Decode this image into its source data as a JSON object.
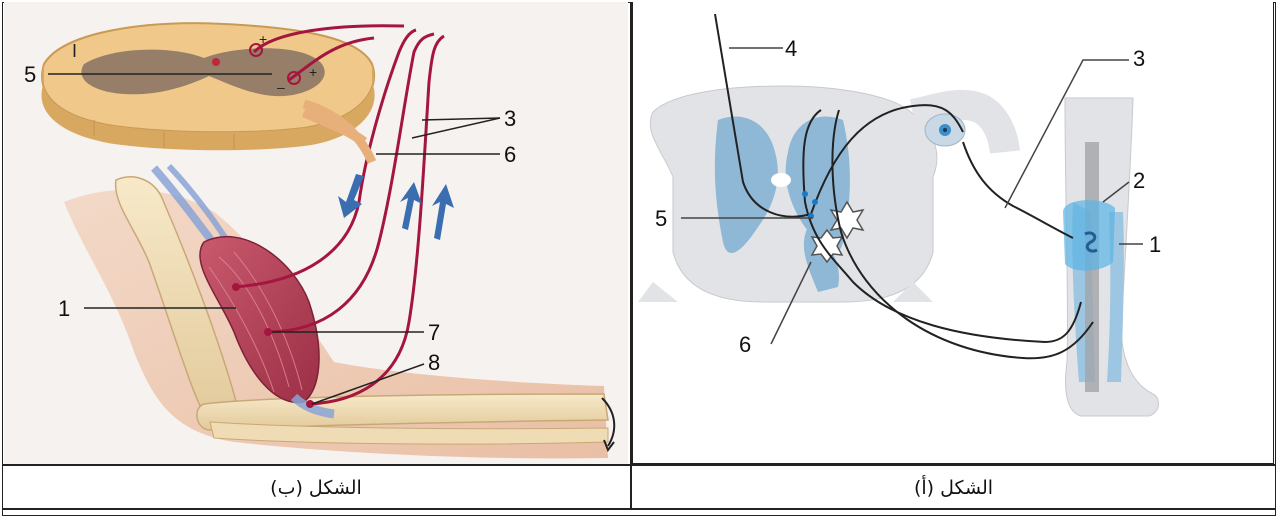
{
  "figure_b": {
    "caption": "الشكل (ب)",
    "labels": {
      "l1": "1",
      "l3": "3",
      "l5": "5",
      "l6": "6",
      "l7": "7",
      "l8": "8",
      "roman": "I"
    }
  },
  "figure_a": {
    "caption": "الشكل (أ)",
    "labels": {
      "l1": "1",
      "l2": "2",
      "l3": "3",
      "l4": "4",
      "l5": "5",
      "l6": "6"
    }
  }
}
